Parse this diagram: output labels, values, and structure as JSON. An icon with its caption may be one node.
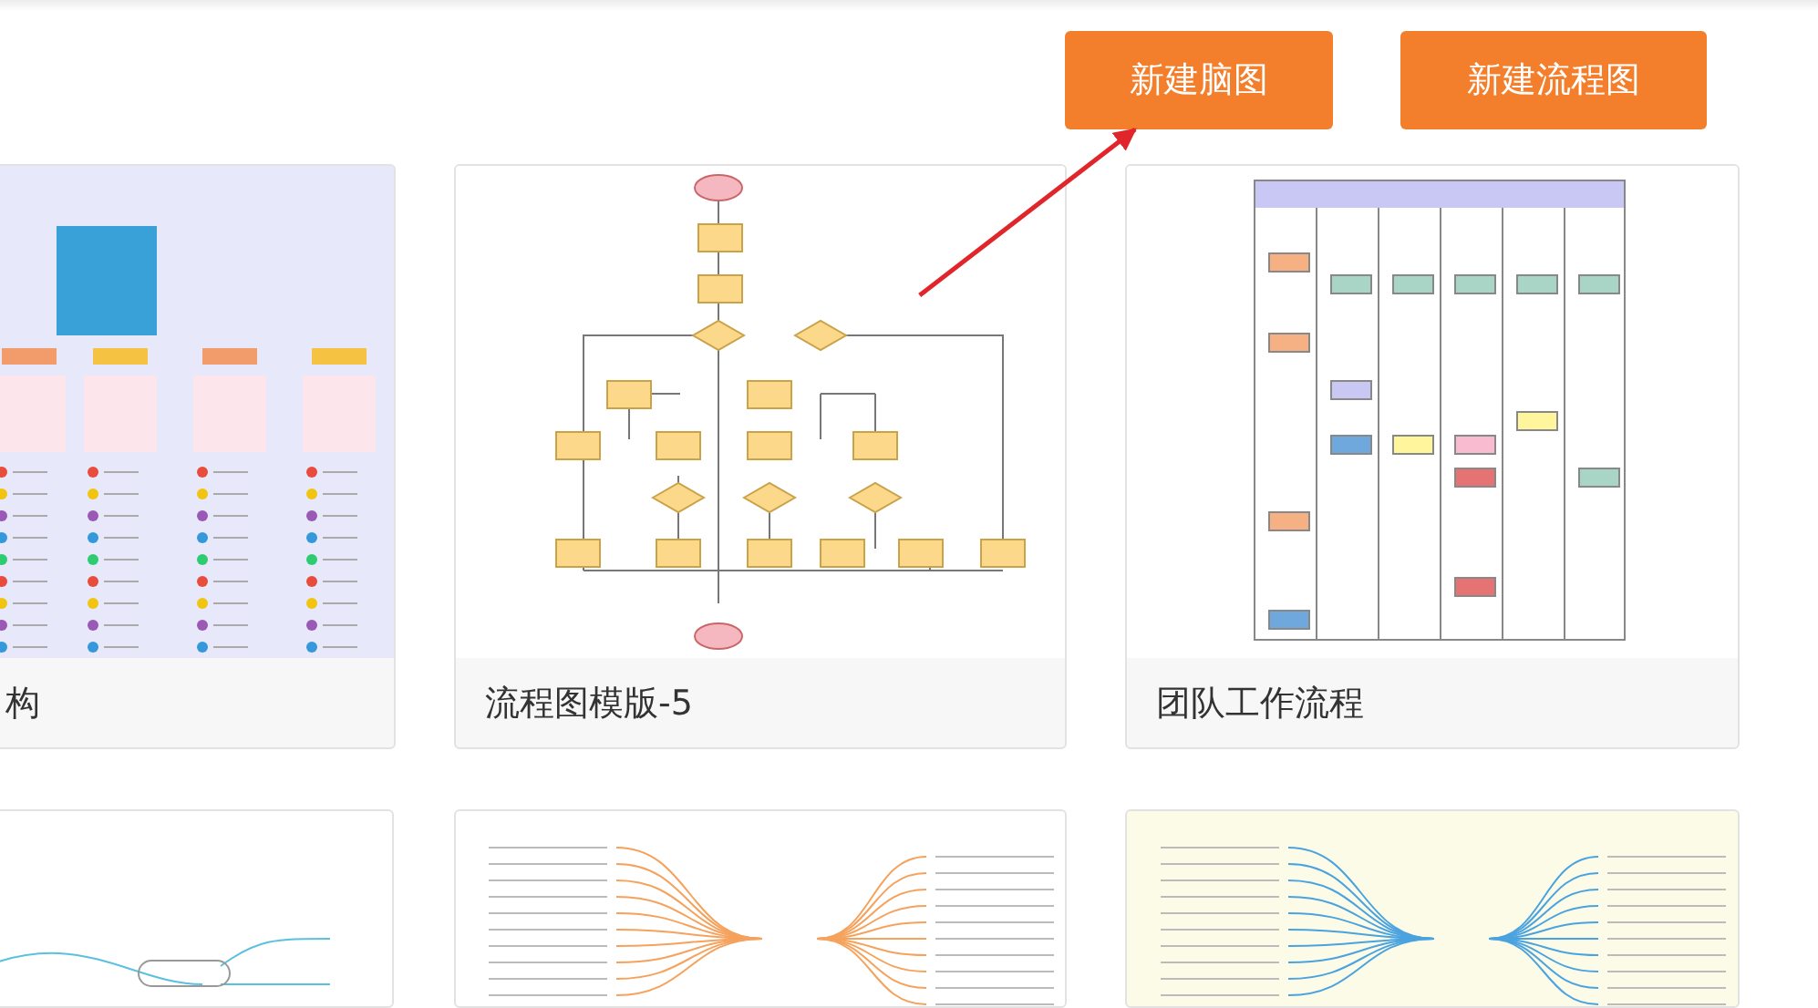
{
  "diagram": {
    "nodes": [
      {
        "text": [
          "新建脑图"
        ]
      },
      {
        "text": [
          "新建流程图"
        ]
      },
      {
        "text": [
          "构"
        ]
      },
      {
        "text": [
          "流程图模版-5"
        ]
      },
      {
        "text": [
          "团队工作流程"
        ]
      }
    ],
    "edges": [
      {
        "from": 3,
        "to": 0,
        "arrow": "to"
      }
    ]
  }
}
